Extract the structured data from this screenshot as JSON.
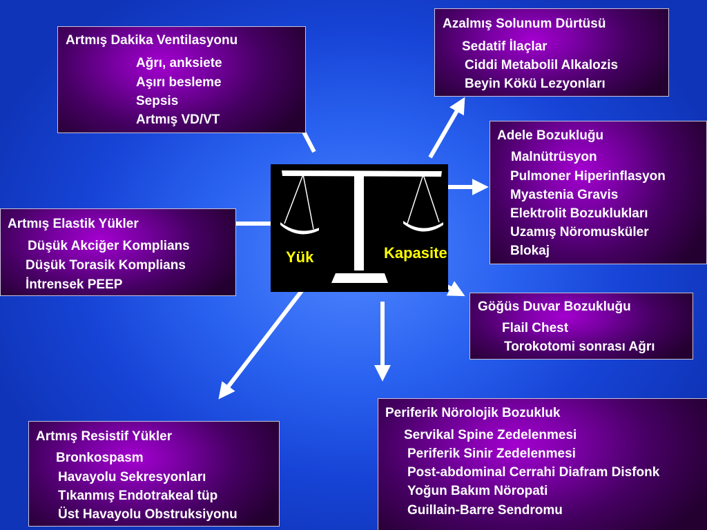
{
  "scale": {
    "load_label": "Yük",
    "capacity_label": "Kapasite"
  },
  "boxes": {
    "minute_ventilation": {
      "title": "Artmış Dakika Ventilasyonu",
      "items": [
        "Ağrı, anksiete",
        "Aşırı besleme",
        "Sepsis",
        "Artmış VD/VT"
      ]
    },
    "respiratory_drive": {
      "title": "Azalmış Solunum Dürtüsü",
      "items": [
        "Sedatif İlaçlar",
        "Ciddi Metabolil Alkalozis",
        "Beyin Kökü Lezyonları"
      ]
    },
    "muscle_dysfunction": {
      "title": "Adele Bozukluğu",
      "items": [
        "Malnütrüsyon",
        "Pulmoner Hiperinflasyon",
        "Myastenia Gravis",
        "Elektrolit Bozuklukları",
        "Uzamış Nöromusküler",
        "Blokaj"
      ]
    },
    "elastic_loads": {
      "title": "Artmış Elastik Yükler",
      "items": [
        "Düşük Akciğer Komplians",
        "Düşük Torasik Komplians",
        "İntrensek PEEP"
      ]
    },
    "chest_wall": {
      "title": "Göğüs Duvar Bozukluğu",
      "items": [
        "Flail Chest",
        "Torokotomi sonrası Ağrı"
      ]
    },
    "peripheral_neuro": {
      "title": "Periferik Nörolojik Bozukluk",
      "items": [
        "Servikal Spine Zedelenmesi",
        "Periferik Sinir Zedelenmesi",
        "Post-abdominal Cerrahi Diafram Disfonk",
        "Yoğun Bakım Nöropati",
        "Guillain-Barre Sendromu"
      ]
    },
    "resistive_loads": {
      "title": "Artmış Resistif Yükler",
      "items": [
        "Bronkospasm",
        "Havayolu Sekresyonları",
        "Tıkanmış Endotrakeal tüp",
        "Üst Havayolu Obstruksiyonu"
      ]
    }
  }
}
